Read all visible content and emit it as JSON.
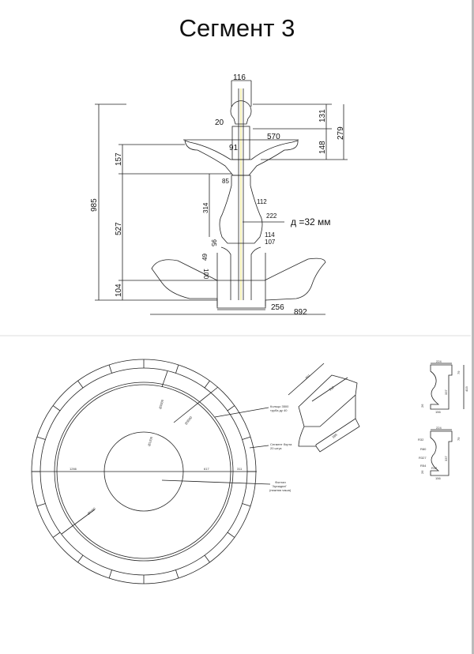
{
  "title": "Сегмент 3",
  "elevation": {
    "dims": {
      "top_width": "116",
      "neck": "20",
      "finial_h": "131",
      "total_top_h": "279",
      "upper_bowl_w": "570",
      "stem_w": "91",
      "upper_h": "148",
      "upper_bowl_h": "157",
      "d85": "85",
      "h314": "314",
      "d112": "112",
      "d222": "222",
      "pipe": "д =32 мм",
      "d114": "114",
      "d107": "107",
      "h95": "95",
      "h49": "49",
      "h100": "100",
      "total_h": "985",
      "h527": "527",
      "h104": "104",
      "base_w": "256",
      "bowl_w": "892"
    }
  },
  "plan": {
    "dims": {
      "d_outer": "Ø4160",
      "d_ring": "Ø3500",
      "d_inner": "Ø3000",
      "d_center": "Ø1200",
      "r1266": "1266",
      "r617": "617",
      "r311": "311"
    },
    "callouts": {
      "ring": [
        "Кольцо 3500",
        "труба ду 40"
      ],
      "segment": [
        "Сегмент борта",
        "20 штук"
      ],
      "fountain": [
        "Фонтан",
        "\"Ариадна\"",
        "(нижняя чаша)"
      ]
    }
  },
  "iso": {
    "dims": {
      "a": "661",
      "b": "512",
      "c": "586"
    }
  },
  "profiles": {
    "top": {
      "w": "224",
      "h1": "79",
      "h2": "403",
      "h3": "337",
      "bw": "156",
      "b": "26"
    },
    "bottom": {
      "w": "224",
      "h1": "79",
      "h3": "337",
      "bw": "156",
      "b": "26",
      "r1": "R32",
      "r2": "R80",
      "r3": "R327",
      "r4": "R54",
      "r5": "R12"
    }
  }
}
